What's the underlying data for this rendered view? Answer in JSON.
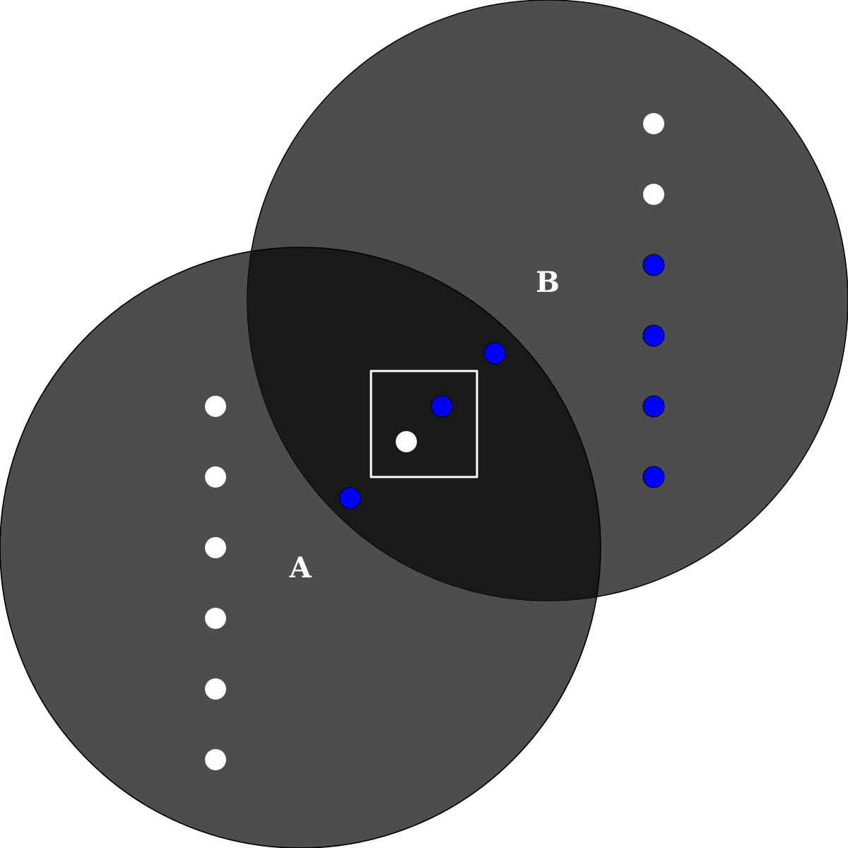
{
  "labels": {
    "circle_a": "A",
    "circle_b": "B"
  },
  "colors": {
    "circle_fill": "#4d4d4d",
    "overlap_fill": "#191919",
    "outline": "#000000",
    "white_dot": "#ffffff",
    "blue_dot": "#0000ff",
    "square_stroke": "#ffffff"
  },
  "dots": {
    "white_column_a_count": 6,
    "column_b": [
      "white",
      "white",
      "blue",
      "blue",
      "blue",
      "blue"
    ],
    "diagonal": [
      "blue",
      "blue",
      "white",
      "blue"
    ]
  }
}
